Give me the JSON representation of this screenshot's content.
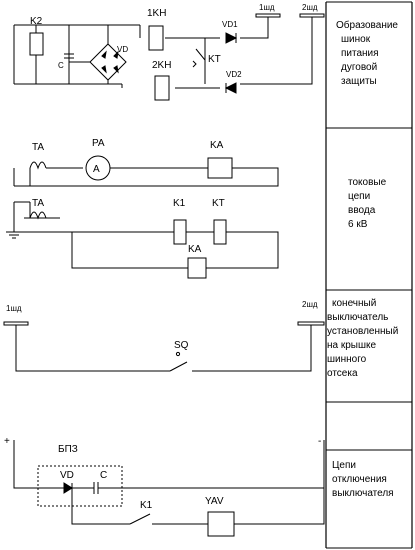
{
  "labels": {
    "k2": "K2",
    "kn1": "1KH",
    "kn2": "2KH",
    "vd": "VD",
    "vd1": "VD1",
    "vd2": "VD2",
    "c_top": "C",
    "kt_top": "KT",
    "bus1_top": "1шд",
    "bus2_top": "2шд",
    "ta_upper": "TA",
    "pa": "PA",
    "ammeter": "A",
    "ka_upper": "KA",
    "ta_lower": "TA",
    "k1_mid": "K1",
    "kt_mid": "KT",
    "ka_lower": "KA",
    "bus1_sq": "1шд",
    "bus2_sq": "2шд",
    "sq": "SQ",
    "plus": "+",
    "minus": "-",
    "bpz": "БПЗ",
    "vd_bot": "VD",
    "c_bot": "C",
    "k1_bot": "K1",
    "yav": "YAV"
  },
  "side_panel": {
    "section1": [
      "Образование",
      "шинок",
      "питания",
      "дуговой",
      "защиты"
    ],
    "section2": [
      "токовые",
      "цепи",
      "ввода",
      "6 кВ"
    ],
    "section3": [
      "конечный",
      "выключатель",
      "установленный",
      "на крышке",
      "шинного",
      "отсека"
    ],
    "section4": [
      "Цепи",
      "отключения",
      "выключателя"
    ]
  }
}
